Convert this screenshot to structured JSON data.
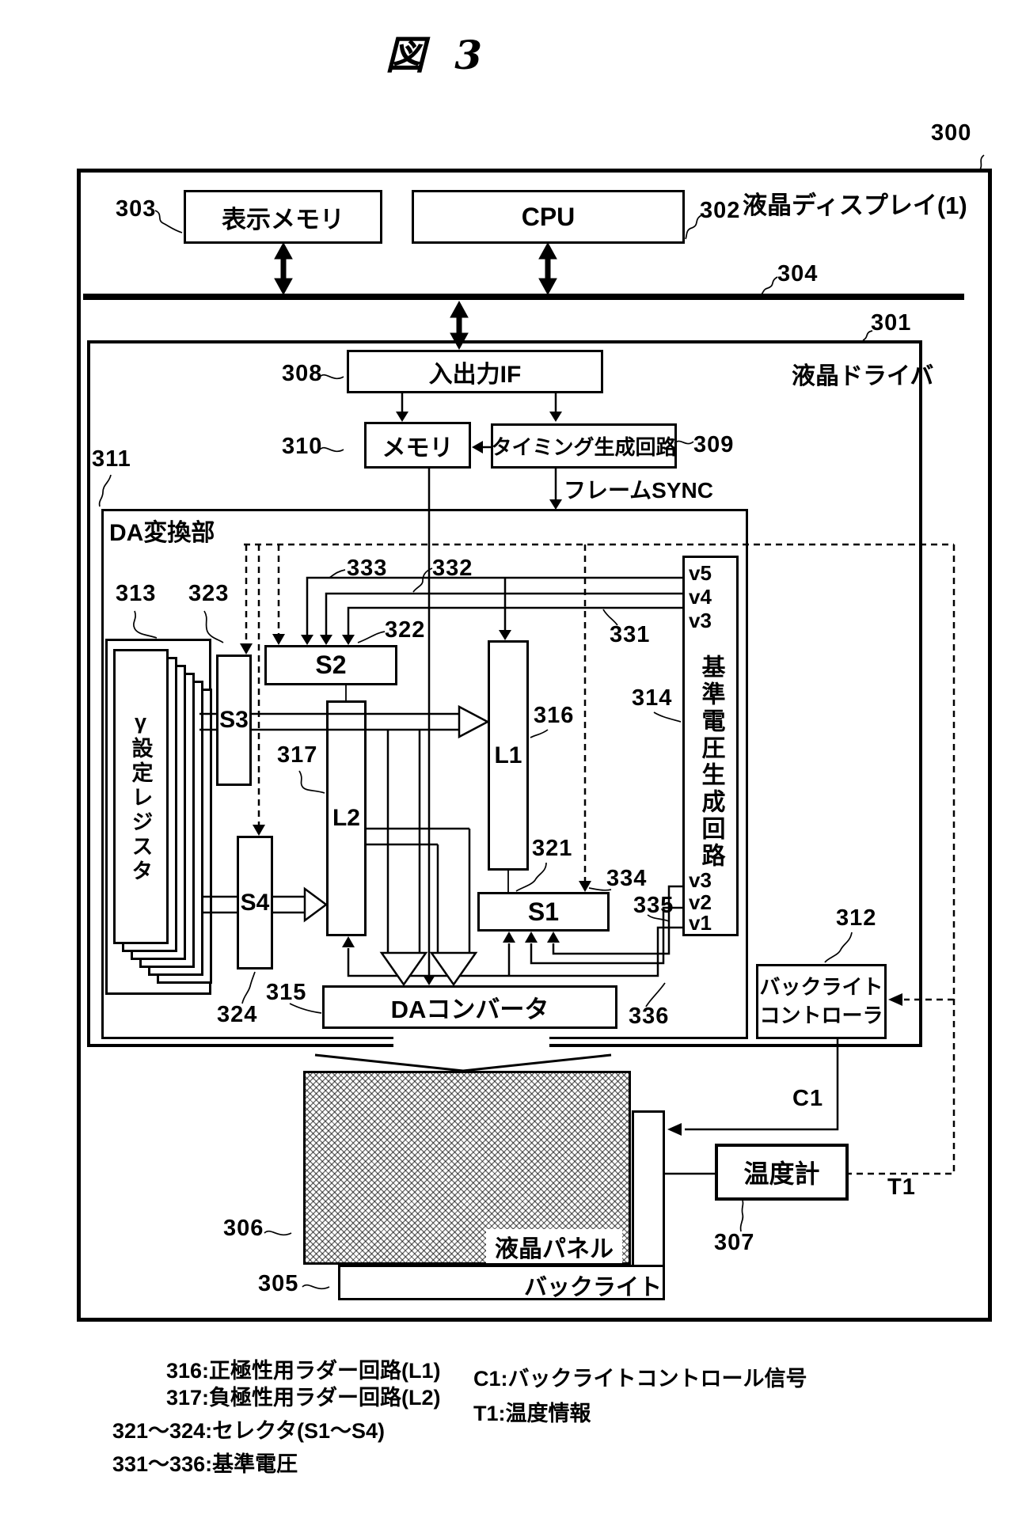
{
  "title": "図 3",
  "refs": {
    "r300": "300",
    "r301": "301",
    "r302": "302",
    "r303": "303",
    "r304": "304",
    "r305": "305",
    "r306": "306",
    "r307": "307",
    "r308": "308",
    "r309": "309",
    "r310": "310",
    "r311": "311",
    "r312": "312",
    "r313": "313",
    "r314": "314",
    "r315": "315",
    "r316": "316",
    "r317": "317",
    "r321": "321",
    "r322": "322",
    "r323": "323",
    "r324": "324",
    "r331": "331",
    "r332": "332",
    "r333": "333",
    "r334": "334",
    "r335": "335",
    "r336": "336"
  },
  "blocks": {
    "outer_label": "液晶ディスプレイ(1)",
    "driver_label": "液晶ドライバ",
    "display_memory": "表示メモリ",
    "cpu": "CPU",
    "io_if": "入出力IF",
    "memory": "メモリ",
    "timing": "タイミング生成回路",
    "da_section": "DA変換部",
    "gamma_register": "γ設定レジスタ",
    "s1": "S1",
    "s2": "S2",
    "s3": "S3",
    "s4": "S4",
    "l1": "L1",
    "l2": "L2",
    "vref_gen": "基準電圧生成回路",
    "da_converter": "DAコンバータ",
    "blc_line1": "バックライト",
    "blc_line2": "コントローラ",
    "lcd_panel": "液晶パネル",
    "backlight": "バックライト",
    "thermometer": "温度計"
  },
  "signals": {
    "frame_sync": "フレームSYNC",
    "c1": "C1",
    "t1": "T1"
  },
  "vref": {
    "top": [
      "v5",
      "v4",
      "v3"
    ],
    "bottom": [
      "v3",
      "v2",
      "v1"
    ]
  },
  "legend": {
    "line1": "316:正極性用ラダー回路(L1)",
    "line2": "317:負極性用ラダー回路(L2)",
    "line3": "321〜324:セレクタ(S1〜S4)",
    "line4": "331〜336:基準電圧",
    "line5": "C1:バックライトコントロール信号",
    "line6": "T1:温度情報"
  }
}
